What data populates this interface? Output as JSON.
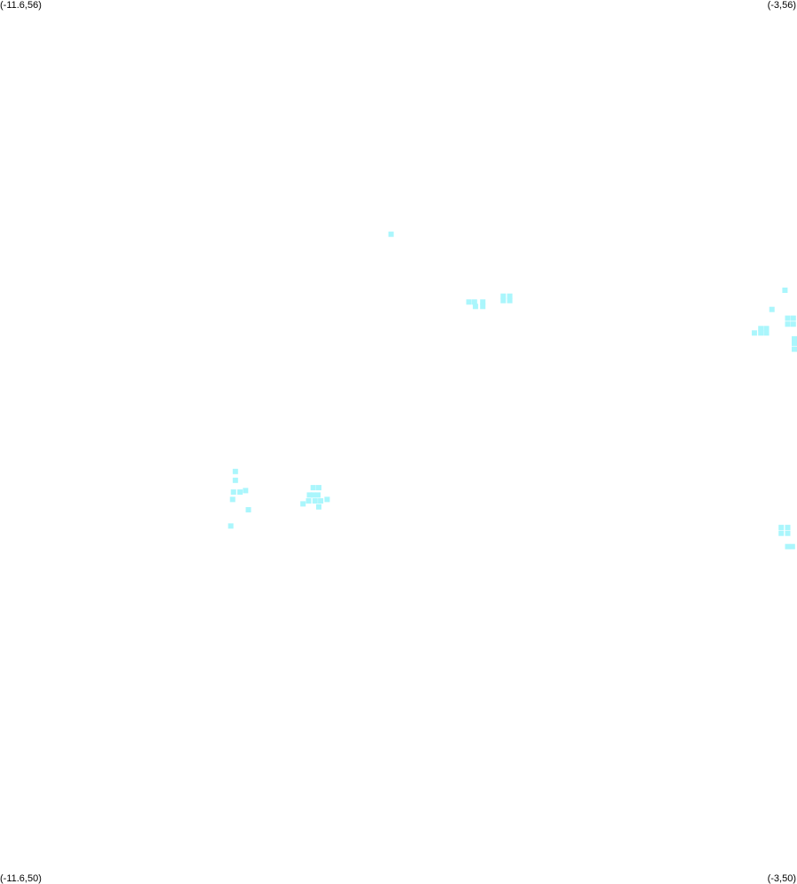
{
  "map": {
    "corners": {
      "top_left": "(-11.6,56)",
      "top_right": "(-3,56)",
      "bottom_left": "(-11.6,50)",
      "bottom_right": "(-3,50)"
    },
    "extent": {
      "lon_min": -11.6,
      "lon_max": -3,
      "lat_min": 50,
      "lat_max": 56
    },
    "point_color": "#aaf6fc",
    "points": [
      [
        -7.38,
        54.41
      ],
      [
        -6.54,
        53.95
      ],
      [
        -6.48,
        53.95
      ],
      [
        -6.39,
        53.95
      ],
      [
        -6.47,
        53.92
      ],
      [
        -6.39,
        53.92
      ],
      [
        -6.17,
        53.99
      ],
      [
        -6.1,
        53.99
      ],
      [
        -6.1,
        53.96
      ],
      [
        -6.17,
        53.96
      ],
      [
        -3.13,
        54.03
      ],
      [
        -3.27,
        53.9
      ],
      [
        -3.1,
        53.84
      ],
      [
        -3.04,
        53.84
      ],
      [
        -3.1,
        53.8
      ],
      [
        -3.04,
        53.8
      ],
      [
        -3.39,
        53.77
      ],
      [
        -3.33,
        53.77
      ],
      [
        -3.33,
        53.74
      ],
      [
        -3.46,
        53.74
      ],
      [
        -3.39,
        53.74
      ],
      [
        -3.02,
        53.7
      ],
      [
        -3.02,
        53.67
      ],
      [
        -3.02,
        53.63
      ],
      [
        -9.06,
        52.8
      ],
      [
        -9.06,
        52.74
      ],
      [
        -9.08,
        52.66
      ],
      [
        -9.01,
        52.66
      ],
      [
        -8.95,
        52.67
      ],
      [
        -9.09,
        52.61
      ],
      [
        -8.92,
        52.54
      ],
      [
        -9.11,
        52.43
      ],
      [
        -8.22,
        52.69
      ],
      [
        -8.16,
        52.69
      ],
      [
        -8.26,
        52.64
      ],
      [
        -8.17,
        52.64
      ],
      [
        -8.22,
        52.64
      ],
      [
        -8.27,
        52.6
      ],
      [
        -8.2,
        52.6
      ],
      [
        -8.14,
        52.6
      ],
      [
        -8.33,
        52.58
      ],
      [
        -8.16,
        52.56
      ],
      [
        -8.07,
        52.61
      ],
      [
        -3.17,
        52.42
      ],
      [
        -3.1,
        52.42
      ],
      [
        -3.17,
        52.38
      ],
      [
        -3.1,
        52.38
      ],
      [
        -3.1,
        52.29
      ],
      [
        -3.05,
        52.29
      ]
    ]
  }
}
